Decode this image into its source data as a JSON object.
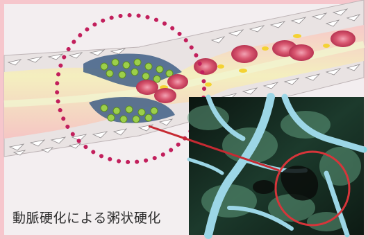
{
  "caption": "動脈硬化による粥状硬化",
  "colors": {
    "frame": "#f6c6cc",
    "background": "#f3eef0",
    "vessel_lumen": "#f2e9b6",
    "red_blood_cell": "#d8566f",
    "plaque": "#9ccf4a",
    "highlight_dots": "#c21f5c",
    "photo_circle": "#d6353a",
    "pointer_line": "#c62a32"
  },
  "figure": {
    "subject": "illustration-of-artery-with-atherosclerotic-plaque",
    "inset": "angiogram-photo"
  }
}
